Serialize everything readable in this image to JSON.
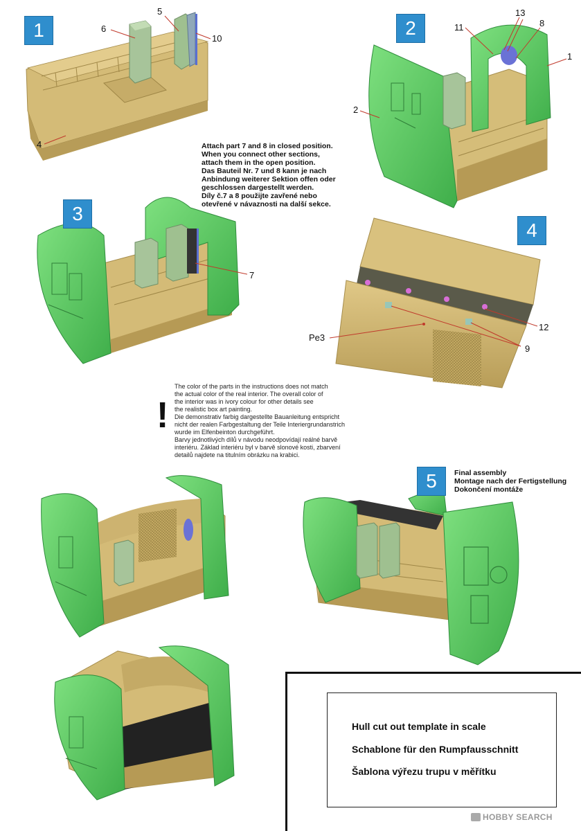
{
  "steps": {
    "s1": "1",
    "s2": "2",
    "s3": "3",
    "s4": "4",
    "s5": "5"
  },
  "callouts": {
    "c6": "6",
    "c5": "5",
    "c10": "10",
    "c4": "4",
    "c11": "11",
    "c13": "13",
    "c8": "8",
    "c1": "1",
    "c2": "2",
    "c7": "7",
    "c12": "12",
    "c9": "9",
    "cpe3": "Pe3"
  },
  "notes": {
    "attach": [
      "Attach part 7 and 8 in closed position.",
      "When you connect other sections,",
      "attach them in the open position.",
      "Das Bauteil Nr. 7 und 8 kann je nach",
      " Anbindung weiterer Sektion offen oder",
      "geschlossen dargestellt werden.",
      "Díly č.7 a 8 použijte zavřené nebo",
      " otevřené v návaznosti na další sekce."
    ],
    "color": [
      "The color of the parts in the instructions does not match",
      "the actual color of the real interior. The overall color of",
      "the interior was in ivory colour for other details see",
      "the realistic box art painting.",
      "Die demonstrativ farbig dargestellte Bauanleitung entspricht",
      "nicht der realen Farbgestaltung der Teile Interiergrundanstrich",
      "wurde im Elfenbeinton durchgeführt.",
      "Barvy jednotlivých dílů v návodu neodpovídají reálné barvě",
      "interiéru. Základ interiéru byl v barvě slonové kosti, zbarvení",
      "detailů najdete na titulním obrázku na krabici."
    ],
    "exclaim": "!"
  },
  "final": {
    "en": "Final assembly",
    "de": "Montage nach der Fertigstellung",
    "cz": "Dokončení montáže"
  },
  "template": {
    "en": "Hull cut out template in scale",
    "de": "Schablone für den Rumpfausschnitt",
    "cz": "Šablona výřezu trupu v měřítku"
  },
  "watermark": {
    "brand": "HOBBY",
    "suffix": "SEARCH"
  },
  "colors": {
    "step_blue": "#2f8ecd",
    "tan": "#d9c17e",
    "tan_dark": "#b59b55",
    "green": "#6ad36c",
    "green_dark": "#3fa848",
    "callout_line": "#c0392b"
  }
}
